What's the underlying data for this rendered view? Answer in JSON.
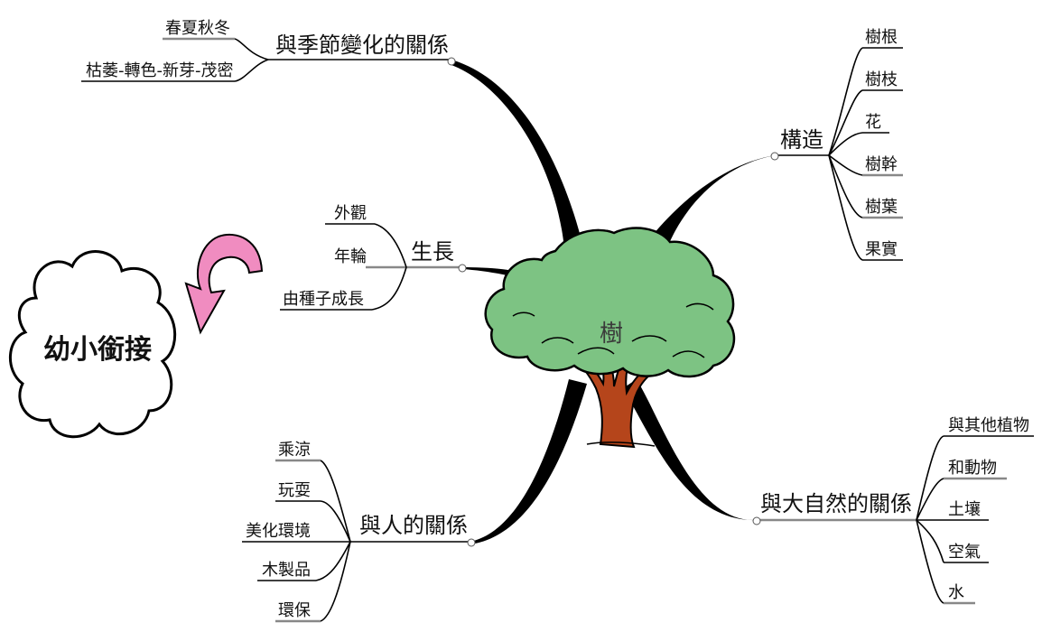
{
  "center": "樹",
  "cloud_note": "幼小銜接",
  "branches": {
    "seasons": {
      "title": "與季節變化的關係",
      "items": [
        "春夏秋冬",
        "枯萎-轉色-新芽-茂密"
      ]
    },
    "structure": {
      "title": "構造",
      "items": [
        "樹根",
        "樹枝",
        "花",
        "樹幹",
        "樹葉",
        "果實"
      ]
    },
    "growth": {
      "title": "生長",
      "items": [
        "外觀",
        "年輪",
        "由種子成長"
      ]
    },
    "people": {
      "title": "與人的關係",
      "items": [
        "乘涼",
        "玩耍",
        "美化環境",
        "木製品",
        "環保"
      ]
    },
    "nature": {
      "title": "與大自然的關係",
      "items": [
        "與其他植物",
        "和動物",
        "土壤",
        "空氣",
        "水"
      ]
    }
  },
  "colors": {
    "foliage": "#7dc383",
    "trunk": "#b5451b",
    "arrow": "#f08cc0",
    "branch": "#000000",
    "underline": "#888888"
  }
}
